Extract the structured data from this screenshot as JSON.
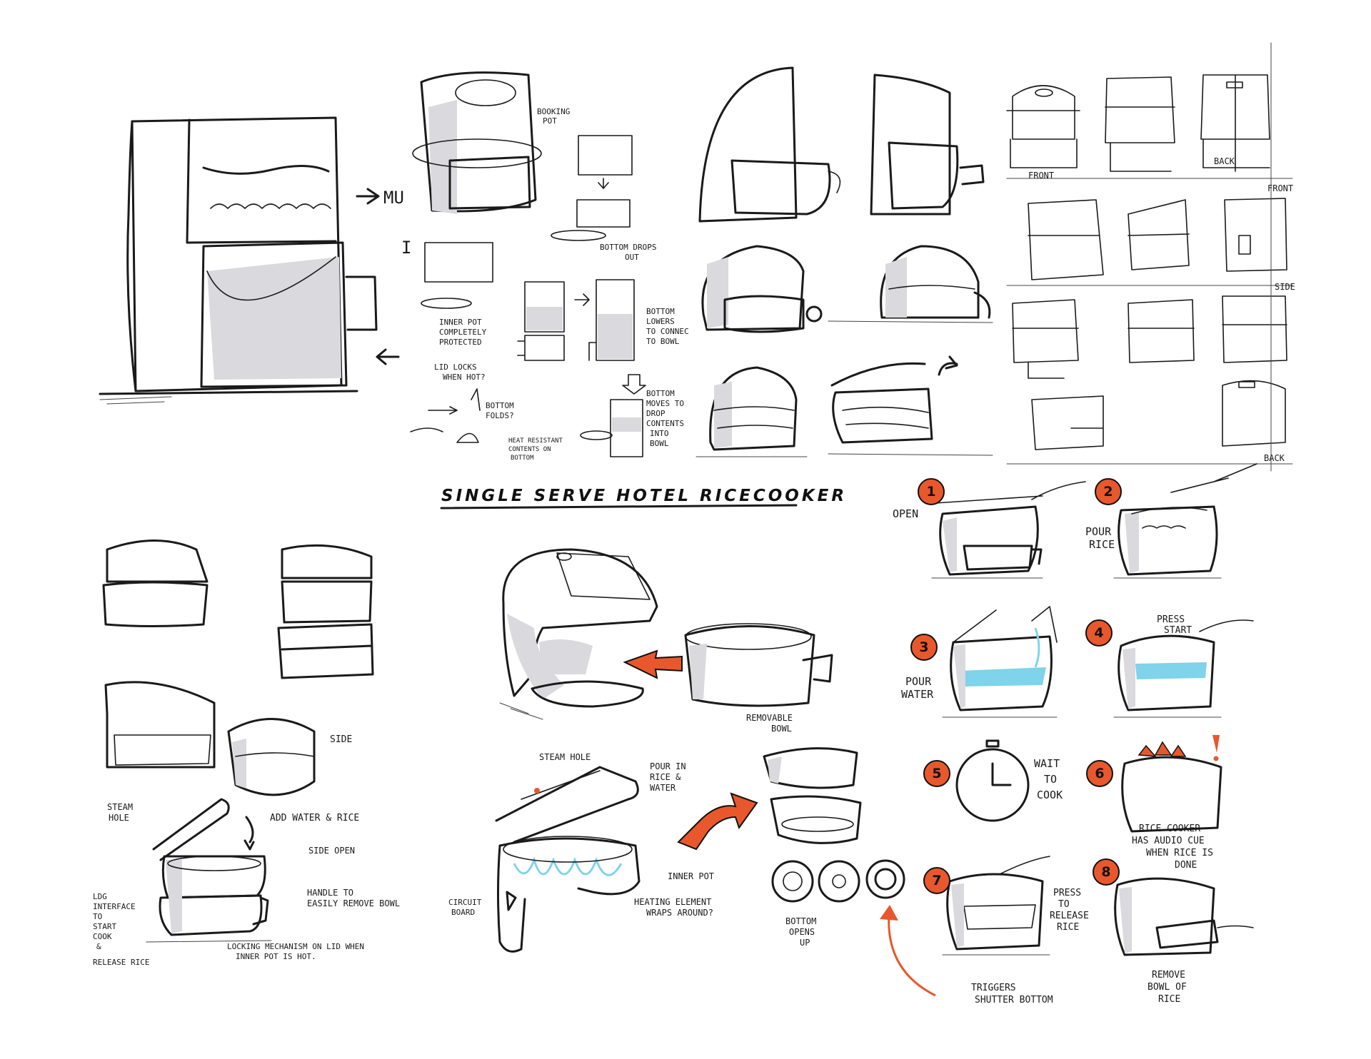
{
  "title": "SINGLE SERVE HOTEL RICECOOKER",
  "colors": {
    "ink": "#1a1a1a",
    "accent": "#e8582c",
    "water": "#7fd3ea",
    "shade": "#d9d9de"
  },
  "top_left": {
    "arrow1": "MU",
    "arrow2": "I"
  },
  "concept_notes": {
    "booking_pot": "BOOKING\nPOT",
    "bottom_drops": "BOTTOM DROPS\nOUT",
    "inner_pot": "INNER POT\nCOMPLETELY\nPROTECTED",
    "lid_locks": "LID LOCKS\nWHEN HOT?",
    "bottom_folds": "BOTTOM\nFOLDS?",
    "bottom_lowers": "BOTTOM\nLOWERS\nTO CONNEC\nTO BOWL",
    "bottom_moves": "BOTTOM\nMOVES TO\nDROP\nCONTENTS\nINTO\nBOWL",
    "heat_resistant": "HEAT RESISTANT\nCONTENTS ON\nBOTTOM"
  },
  "view_labels": {
    "front": "FRONT",
    "back": "BACK",
    "front2": "FRONT",
    "side": "SIDE",
    "back2": "BACK"
  },
  "bottom_left": {
    "side": "SIDE",
    "steam_hole": "STEAM\nHOLE",
    "add_water": "ADD WATER & RICE",
    "side_open": "SIDE OPEN",
    "interface": "LDG\nINTERFACE\nTO\nSTART\nCOOK\n&\nRELEASE RICE",
    "handle": "HANDLE TO\nEASILY REMOVE BOWL",
    "locking": "LOCKING MECHANISM ON LID WHEN\nINNER POT IS HOT."
  },
  "center": {
    "removable_bowl": "REMOVABLE\nBOWL",
    "steam_hole": "STEAM HOLE",
    "pour_in": "POUR IN\nRICE &\nWATER",
    "inner_pot": "INNER POT",
    "circuit_board": "CIRCUIT\nBOARD",
    "heating_element": "HEATING ELEMENT\nWRAPS AROUND?",
    "bottom_opens": "BOTTOM\nOPENS\nUP",
    "triggers": "TRIGGERS\nSHUTTER BOTTOM"
  },
  "steps": [
    {
      "num": "1",
      "label": "OPEN"
    },
    {
      "num": "2",
      "label": "POUR\nRICE"
    },
    {
      "num": "3",
      "label": "POUR\nWATER"
    },
    {
      "num": "4",
      "label": "PRESS\nSTART"
    },
    {
      "num": "5",
      "label": "WAIT\nTO\nCOOK"
    },
    {
      "num": "6",
      "label": "RICE COOKER\nHAS AUDIO CUE\nWHEN RICE IS\nDONE"
    },
    {
      "num": "7",
      "label": "PRESS\nTO\nRELEASE\nRICE"
    },
    {
      "num": "8",
      "label": "REMOVE\nBOWL OF\nRICE"
    }
  ]
}
